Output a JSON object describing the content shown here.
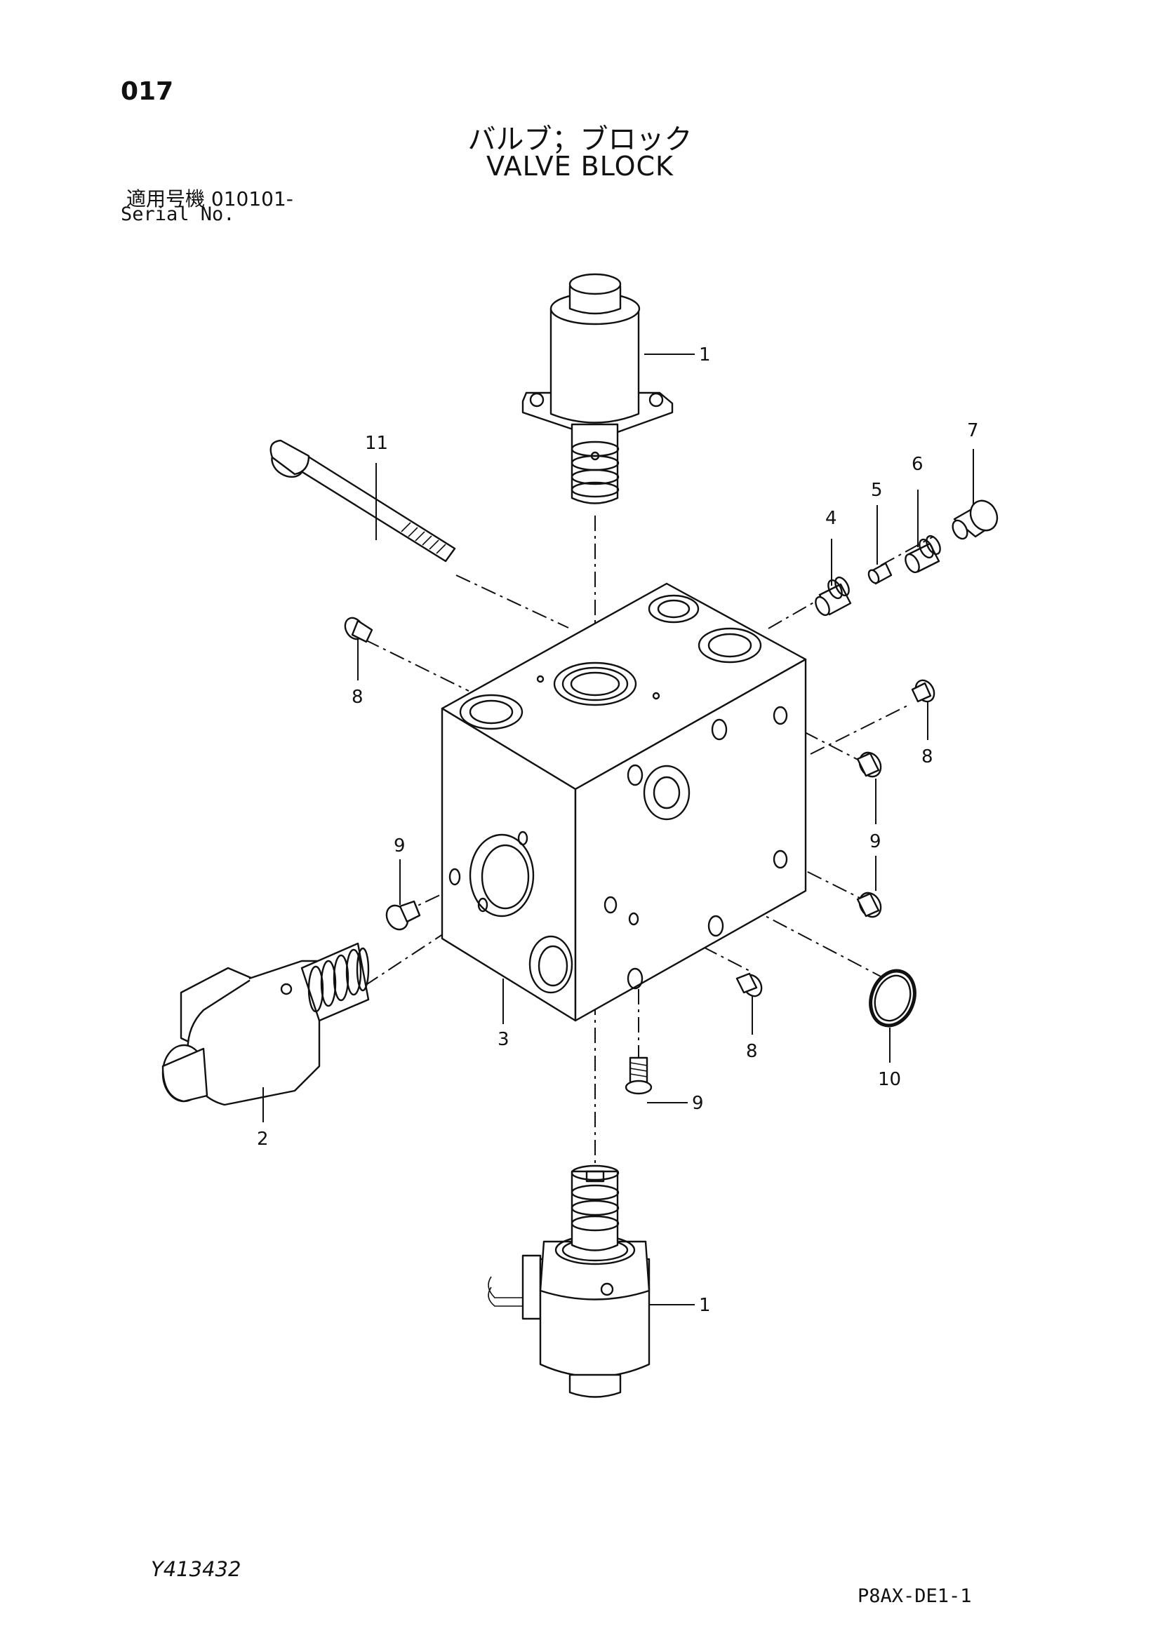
{
  "header": {
    "page_number": "017",
    "title_jp": "バルブ；ブロック",
    "title_en": "VALVE BLOCK",
    "serial_label_jp": "適用号機  010101-",
    "serial_label_en": "Serial No."
  },
  "footer": {
    "drawing_code": "Y413432",
    "page_code": "P8AX-DE1-1"
  },
  "callouts": {
    "c1_top": "1",
    "c1_bottom": "1",
    "c2": "2",
    "c3": "3",
    "c4": "4",
    "c5": "5",
    "c6": "6",
    "c7": "7",
    "c8_left": "8",
    "c8_right": "8",
    "c8_bottom": "8",
    "c9_left": "9",
    "c9_right": "9",
    "c9_bottom": "9",
    "c10": "10",
    "c11": "11"
  }
}
